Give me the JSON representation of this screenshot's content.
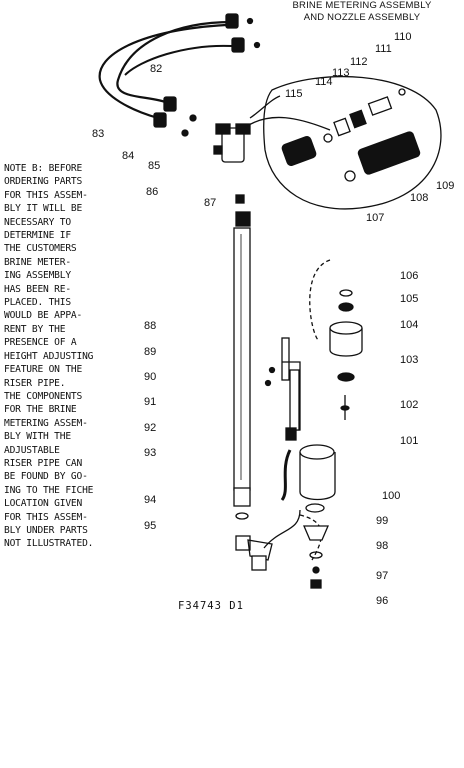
{
  "title": {
    "line1": "BRINE METERING ASSEMBLY",
    "line2": "AND NOZZLE ASSEMBLY"
  },
  "note": {
    "lines": [
      "NOTE B: BEFORE",
      "ORDERING PARTS",
      "FOR THIS ASSEM-",
      "BLY IT WILL BE",
      "NECESSARY TO",
      "DETERMINE IF",
      "THE CUSTOMERS",
      "BRINE METER-",
      "ING ASSEMBLY",
      "HAS BEEN RE-",
      "PLACED.  THIS",
      "WOULD BE APPA-",
      "RENT BY THE",
      "PRESENCE OF A",
      "HEIGHT ADJUSTING",
      "FEATURE ON THE",
      "RISER PIPE.",
      "THE COMPONENTS",
      "FOR THE BRINE",
      "METERING ASSEM-",
      "BLY WITH THE",
      "ADJUSTABLE",
      "RISER PIPE CAN",
      "BE FOUND BY GO-",
      "ING TO THE FICHE",
      "LOCATION GIVEN",
      "FOR THIS ASSEM-",
      "BLY UNDER PARTS",
      "NOT ILLUSTRATED."
    ]
  },
  "labels": {
    "p82": "82",
    "p83": "83",
    "p84": "84",
    "p85": "85",
    "p86": "86",
    "p87": "87",
    "p88": "88",
    "p89": "89",
    "p90": "90",
    "p91": "91",
    "p92": "92",
    "p93": "93",
    "p94": "94",
    "p95": "95",
    "p96": "96",
    "p97": "97",
    "p98": "98",
    "p99": "99",
    "p100": "100",
    "p101": "101",
    "p102": "102",
    "p103": "103",
    "p104": "104",
    "p105": "105",
    "p106": "106",
    "p107": "107",
    "p108": "108",
    "p109": "109",
    "p110": "110",
    "p111": "111",
    "p112": "112",
    "p113": "113",
    "p114": "114",
    "p115": "115"
  },
  "figure_id": "F34743 D1"
}
